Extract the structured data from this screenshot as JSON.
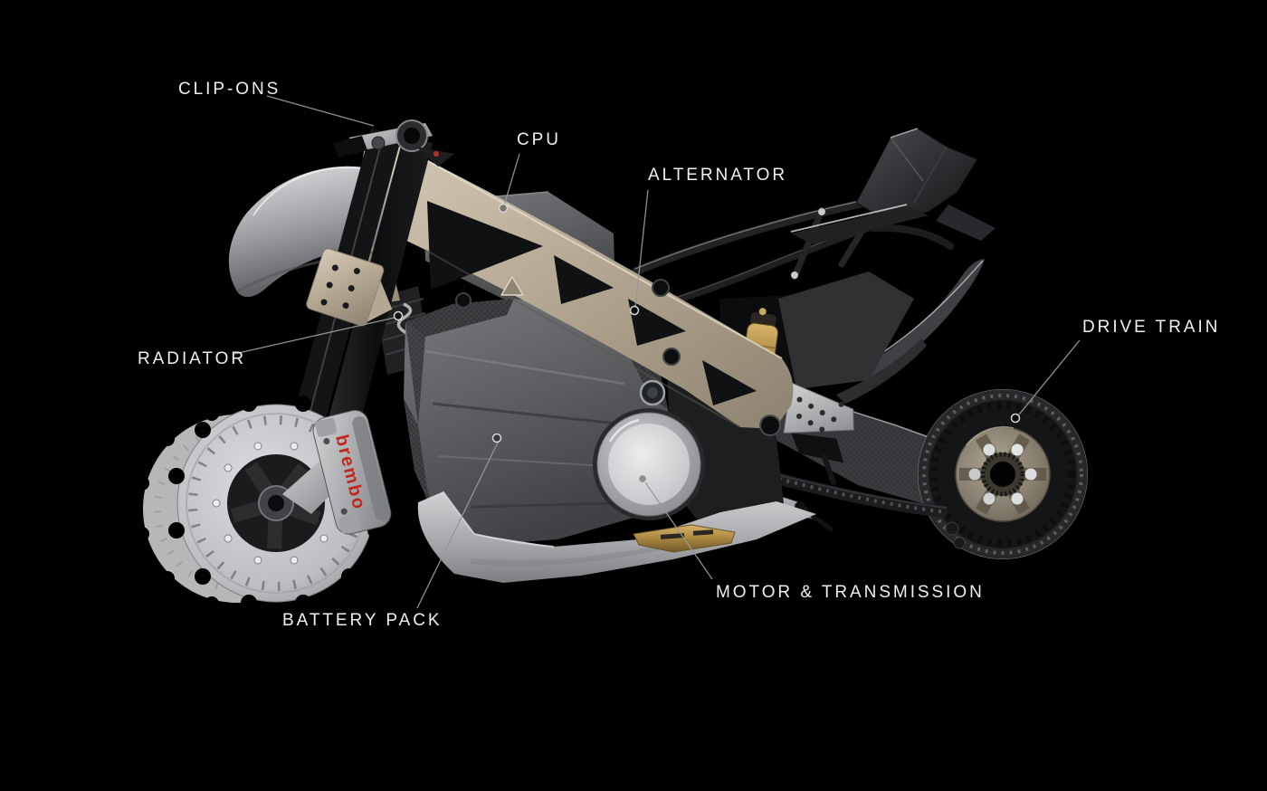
{
  "figure": {
    "type": "annotated-motorcycle-parts-diagram",
    "background_color": "#000000",
    "callouts": [
      {
        "id": "clip-ons",
        "text": "CLIP-ONS"
      },
      {
        "id": "cpu",
        "text": "CPU"
      },
      {
        "id": "alternator",
        "text": "ALTERNATOR"
      },
      {
        "id": "drive-train",
        "text": "DRIVE TRAIN"
      },
      {
        "id": "radiator",
        "text": "RADIATOR"
      },
      {
        "id": "battery-pack",
        "text": "BATTERY PACK"
      },
      {
        "id": "motor-transmission",
        "text": "MOTOR & TRANSMISSION"
      }
    ],
    "caliper_brand_text": "brembo",
    "colors": {
      "label_text": "#eef0f1",
      "leader_line": "#96979a",
      "frame_champagne": "#b9ac97",
      "caliper_brand_red": "#c1271e",
      "shock_gold": "#b08d45",
      "body_carbon": "#3a3c3f",
      "belly_pan_silver": "#b5b6b8",
      "background": "#000000"
    }
  }
}
